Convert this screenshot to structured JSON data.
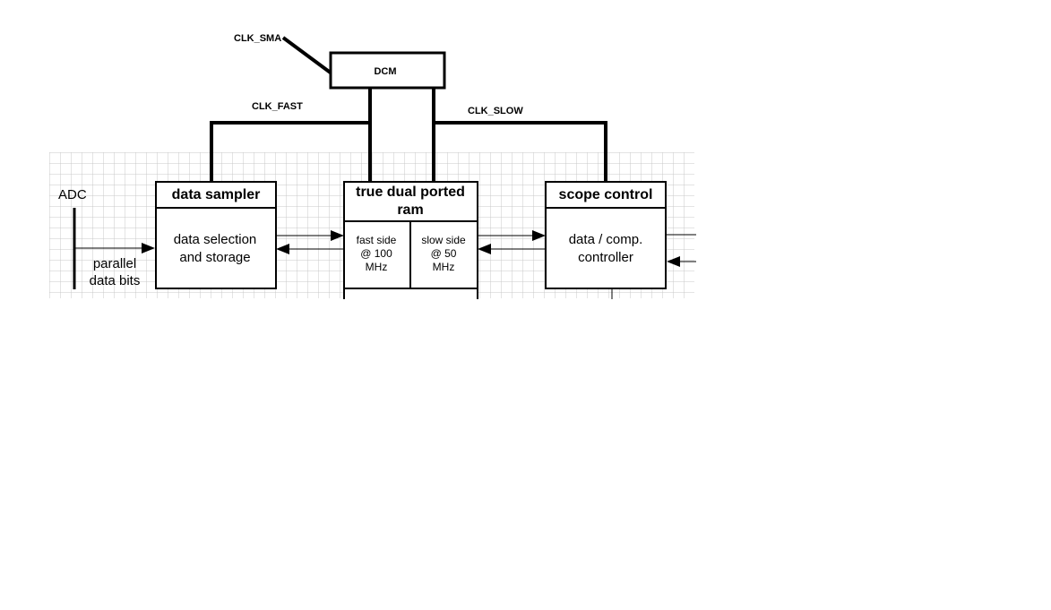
{
  "labels": {
    "clk_sma": "CLK_SMA",
    "dcm": "DCM",
    "clk_fast": "CLK_FAST",
    "clk_slow": "CLK_SLOW",
    "adc": "ADC",
    "parallel_line1": "parallel",
    "parallel_line2": "data bits"
  },
  "blocks": {
    "data_sampler": {
      "title": "data sampler",
      "body_line1": "data selection",
      "body_line2": "and storage"
    },
    "dual_ram": {
      "title_line1": "true dual ported",
      "title_line2": "ram",
      "fast_line1": "fast side",
      "fast_line2": "@ 100",
      "fast_line3": "MHz",
      "slow_line1": "slow side",
      "slow_line2": "@ 50",
      "slow_line3": "MHz"
    },
    "scope_control": {
      "title": "scope control",
      "body_line1": "data / comp.",
      "body_line2": "controller"
    }
  },
  "colors": {
    "grid": "#c8c8c8",
    "stroke": "#000000",
    "background": "#ffffff"
  }
}
